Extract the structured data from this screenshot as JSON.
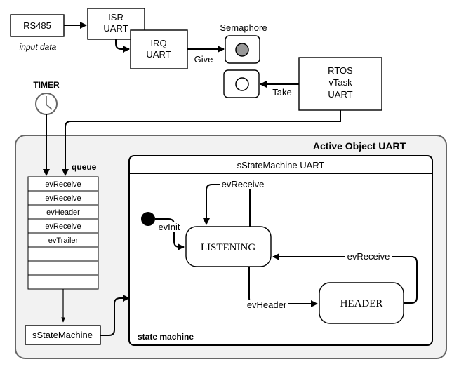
{
  "blocks": {
    "rs485": "RS485",
    "input_data": "input data",
    "isr_uart": [
      "ISR",
      "UART"
    ],
    "irq_uart": [
      "IRQ",
      "UART"
    ],
    "semaphore": "Semaphore",
    "give": "Give",
    "take": "Take",
    "rtos_vtask": [
      "RTOS",
      "vTask",
      "UART"
    ],
    "timer": "TIMER"
  },
  "active_object": {
    "title": "Active Object UART",
    "queue_label": "queue",
    "queue_items": [
      "evReceive",
      "evReceive",
      "evHeader",
      "evReceive",
      "evTrailer",
      "",
      "",
      ""
    ],
    "dispatcher": "sStateMachine"
  },
  "state_machine": {
    "title": "sStateMachine UART",
    "footer": "state machine",
    "states": [
      "LISTENING",
      "HEADER"
    ],
    "transitions": {
      "init": "evInit",
      "self_loop": "evReceive",
      "to_header": "evHeader",
      "back_to_listening": "evReceive"
    }
  },
  "colors": {
    "container_fill": "#f2f2f2",
    "container_stroke": "#666666",
    "semaphore_taken": "#999999",
    "semaphore_free": "#ffffff"
  }
}
